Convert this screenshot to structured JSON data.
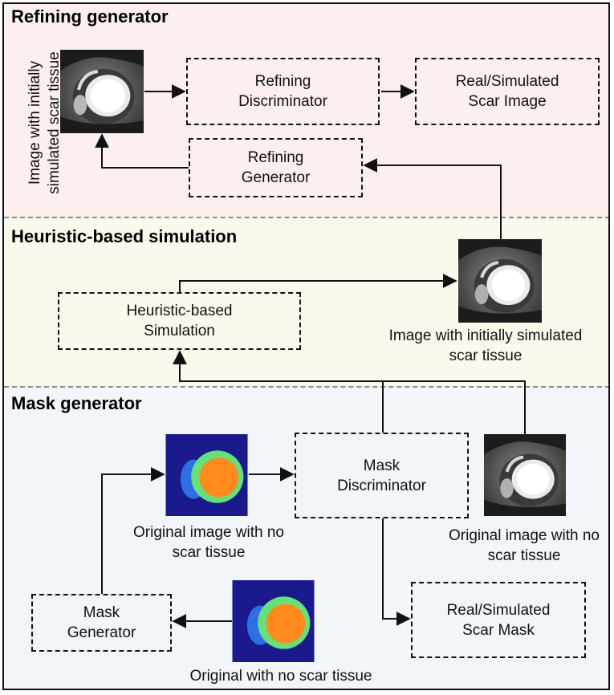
{
  "sections": {
    "refining": {
      "title": "Refining generator",
      "vertical_label": "Image with initially\nsimulated scar tissue",
      "discriminator": "Refining\nDiscriminator",
      "output": "Real/Simulated\nScar Image",
      "generator": "Refining\nGenerator"
    },
    "heuristic": {
      "title": "Heuristic-based simulation",
      "box": "Heuristic-based\nSimulation",
      "image_caption": "Image with initially simulated\nscar tissue"
    },
    "mask": {
      "title": "Mask generator",
      "mask_caption": "Original image with no\nscar tissue",
      "discriminator": "Mask\nDiscriminator",
      "mri_caption": "Original image with no\nscar tissue",
      "output": "Real/Simulated\nScar Mask",
      "generator": "Mask\nGenerator",
      "bottom_caption": "Original with no scar tissue"
    }
  },
  "colors": {
    "refining_bg": "#fcf0ee",
    "heuristic_bg": "#fdf8ee",
    "mask_bg": "#f2f6fb",
    "mask_background": "#1a1a8c",
    "mask_blue": "#2e6ee6",
    "mask_green": "#66e07a",
    "mask_orange": "#ff8a1e"
  }
}
